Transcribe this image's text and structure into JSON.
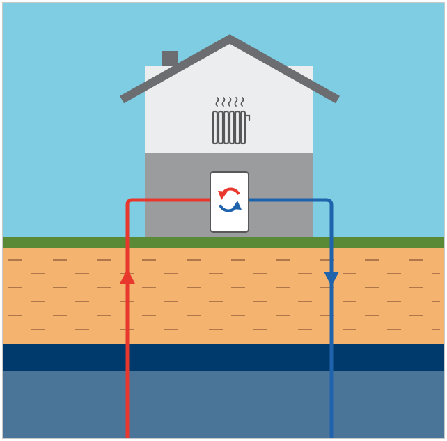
{
  "colors": {
    "sky": "#7ecde2",
    "grass": "#5a8a36",
    "soil": "#f4b46f",
    "soil_dashes": "#b0784a",
    "aquifer_top": "#00396b",
    "groundwater": "#4b7499",
    "house_upper": "#ecedee",
    "house_lower": "#9b9c9e",
    "roof": "#6c6d70",
    "chimney": "#6c6d70",
    "hot_pipe": "#e8382e",
    "cold_pipe": "#1f63ad",
    "unit_fill": "#ffffff",
    "unit_border": "#58585a",
    "radiator": "#58585a",
    "border": "#c9c9c9"
  },
  "elements": {
    "house": "house",
    "radiator": "radiator-icon",
    "heat_waves": "heat-waves-icon",
    "heat_pump_unit": "heat-pump-unit",
    "cycle_icon": "cycle-arrows-icon",
    "supply_pipe": "hot-pipe",
    "return_pipe": "cold-pipe",
    "up_arrow": "arrow-up-icon",
    "down_arrow": "arrow-down-icon"
  }
}
